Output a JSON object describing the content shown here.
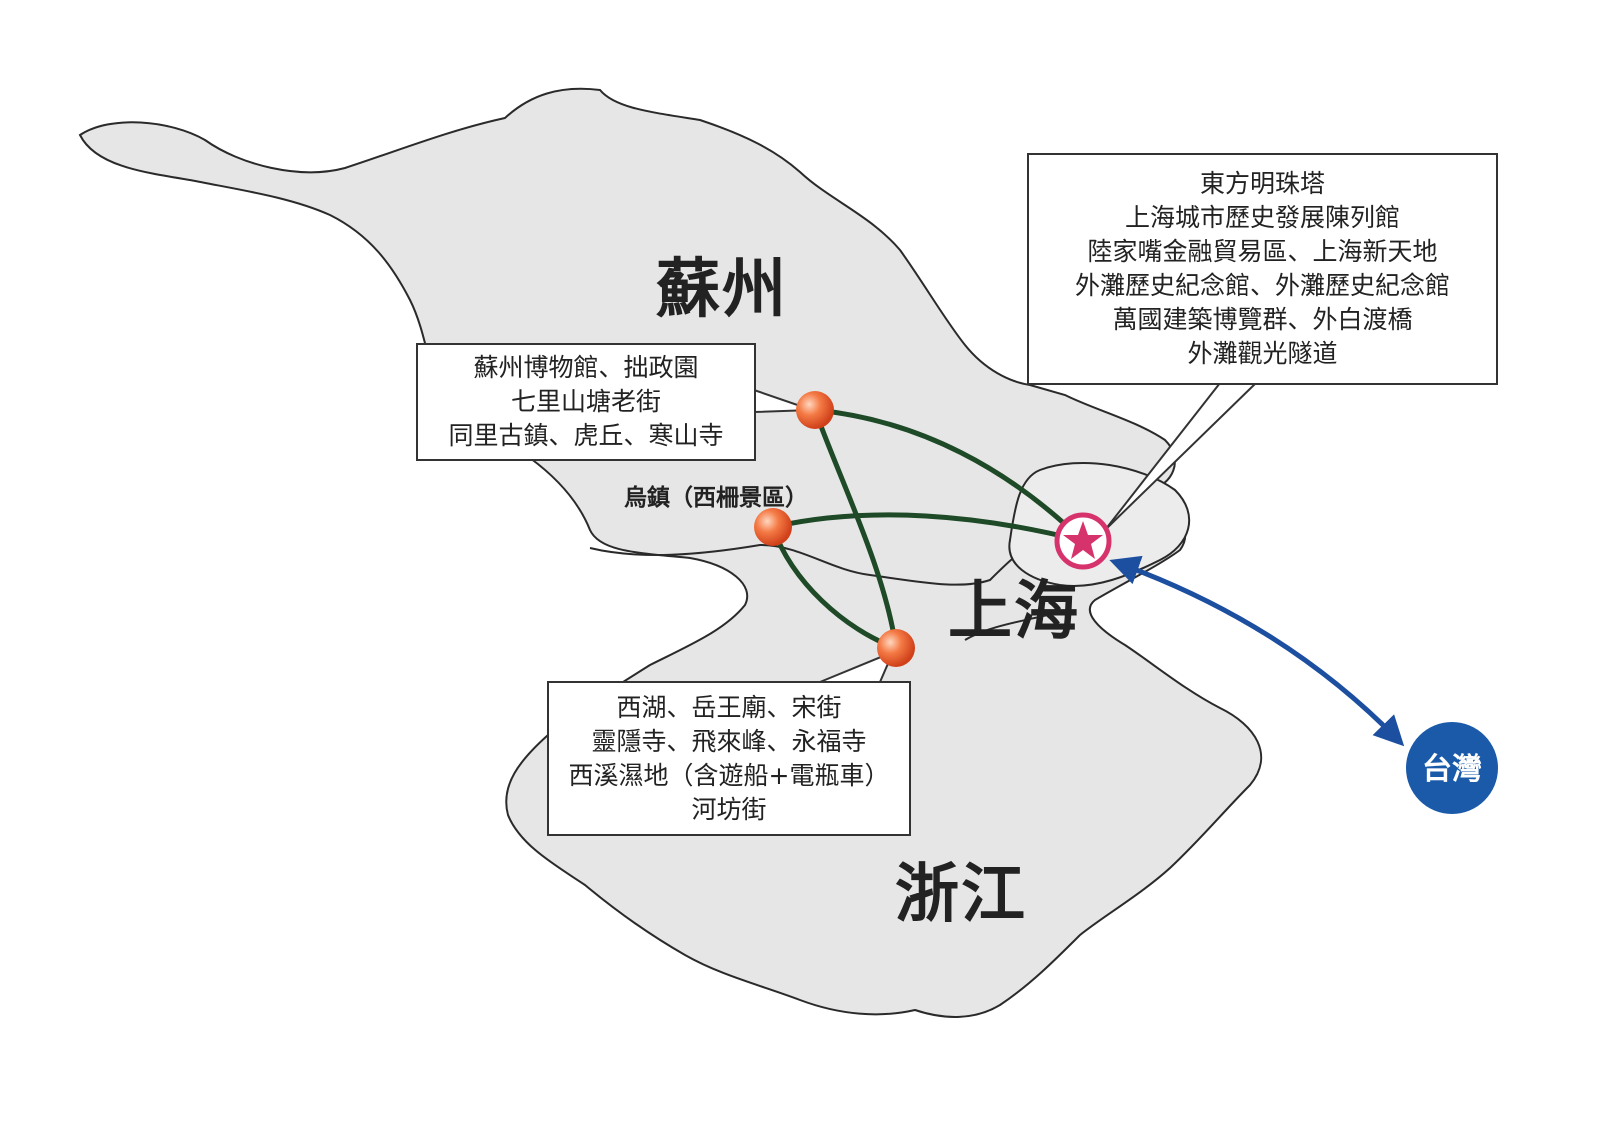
{
  "regions": {
    "suzhou": "蘇州",
    "shanghai": "上海",
    "zhejiang": "浙江",
    "taiwan": "台灣"
  },
  "nodes": {
    "wuzhen": "烏鎮（西柵景區）"
  },
  "boxes": {
    "shanghai": [
      "東方明珠塔",
      "上海城市歷史發展陳列館",
      "陸家嘴金融貿易區、上海新天地",
      "外灘歷史紀念館、外灘歷史紀念館",
      "萬國建築博覽群、外白渡橋",
      "外灘觀光隧道"
    ],
    "suzhou": [
      "蘇州博物館、拙政園",
      "七里山塘老街",
      "同里古鎮、虎丘、寒山寺"
    ],
    "hangzhou": [
      "西湖、岳王廟、宋街",
      "靈隱寺、飛來峰、永福寺",
      "西溪濕地（含遊船+電瓶車）",
      "河坊街"
    ]
  },
  "colors": {
    "land": "#e6e6e6",
    "route": "#1e4a27",
    "node": "#f07040",
    "star": "#d6336c",
    "taiwan": "#1a5aa8",
    "flight": "#1d4fa0"
  }
}
